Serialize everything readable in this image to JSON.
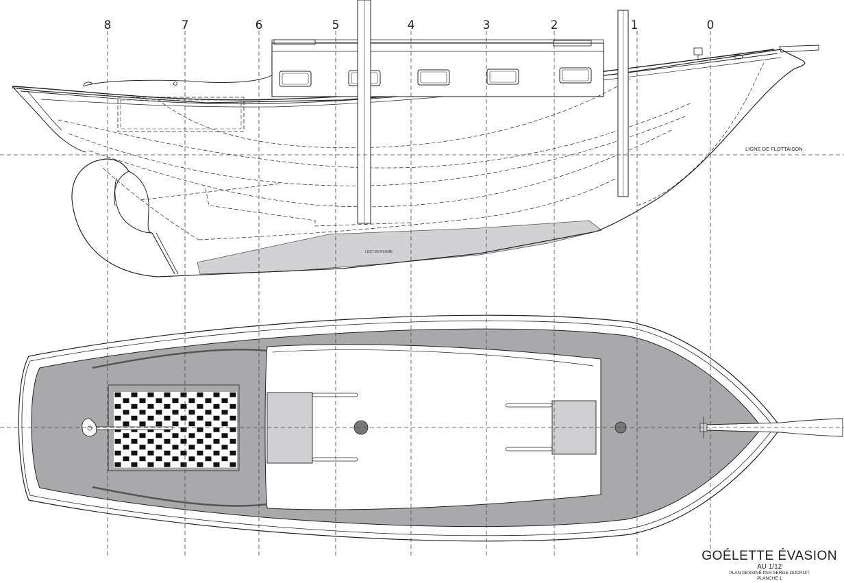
{
  "drawing": {
    "stations": [
      "8",
      "7",
      "6",
      "5",
      "4",
      "3",
      "2",
      "1",
      "0"
    ],
    "waterline_label": "LIGNE DE FLOTTAISON",
    "ballast_label": "LEST EN PLOMB"
  },
  "title_block": {
    "title": "GOÉLETTE ÉVASION",
    "scale": "AU 1/12",
    "author": "PLAN DESSINÉ PAR SERGE DUCRUIT",
    "sheet": "PLANCHE 1"
  },
  "colors": {
    "line": "#222222",
    "deck_gray": "#a9a9ab",
    "ballast_gray": "#d2d2d4",
    "panel_gray": "#cfcfd1",
    "mast_gray": "#777777"
  }
}
